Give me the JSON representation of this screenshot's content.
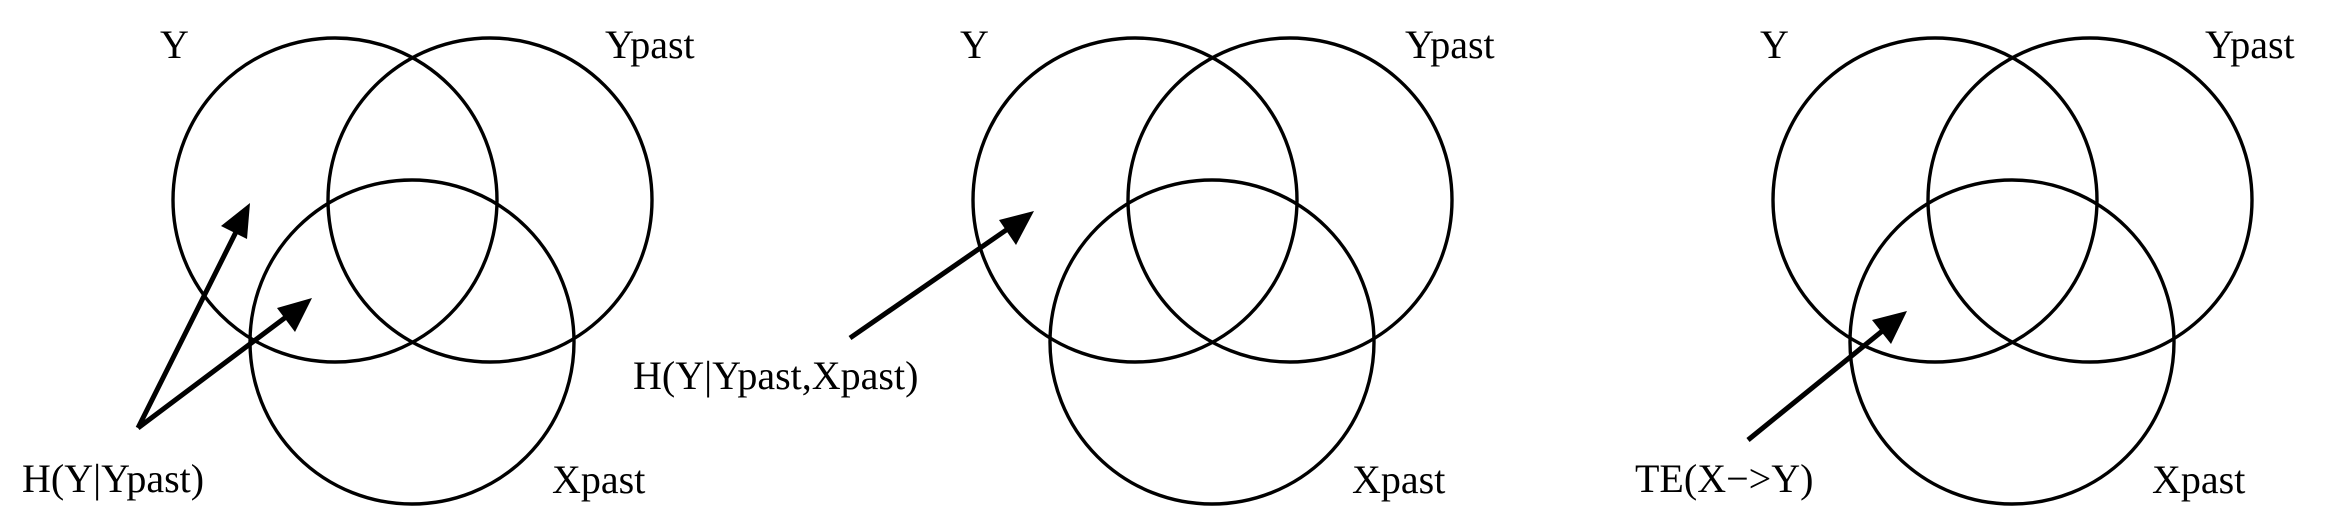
{
  "diagrams": [
    {
      "circle_labels": {
        "y": "Y",
        "y_past": "Ypast",
        "x_past": "Xpast"
      },
      "caption": "H(Y|Ypast)"
    },
    {
      "circle_labels": {
        "y": "Y",
        "y_past": "Ypast",
        "x_past": "Xpast"
      },
      "caption": "H(Y|Ypast,Xpast)"
    },
    {
      "circle_labels": {
        "y": "Y",
        "y_past": "Ypast",
        "x_past": "Xpast"
      },
      "caption": "TE(X−>Y)"
    }
  ]
}
